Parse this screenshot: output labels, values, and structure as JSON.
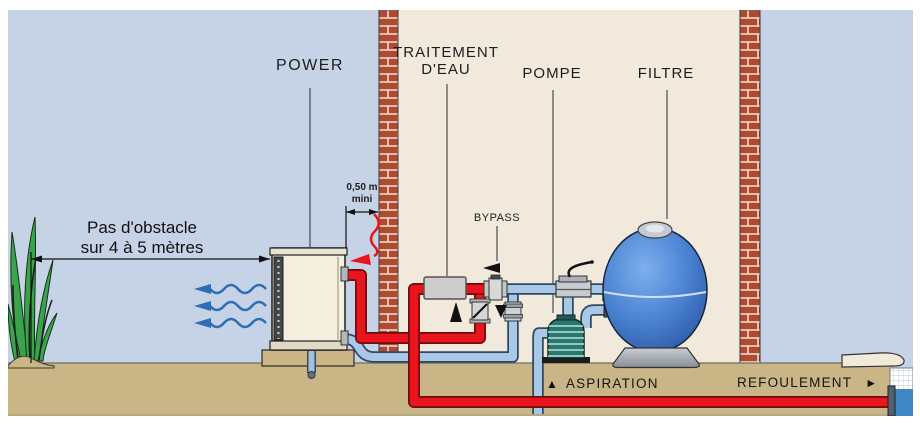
{
  "figure": {
    "equipment_labels": {
      "heat_pump": "POWER",
      "water_treatment_line1": "TRAITEMENT",
      "water_treatment_line2": "D'EAU",
      "pump": "POMPE",
      "filter": "FILTRE",
      "bypass": "BYPASS"
    },
    "flow_labels": {
      "suction": "ASPIRATION",
      "suction_arrow": "▲",
      "return": "REFOULEMENT",
      "return_arrow": "►"
    },
    "dimension_labels": {
      "clearance_line1": "Pas d'obstacle",
      "clearance_line2": "sur 4 à 5 mètres",
      "wall_distance": "0,50 m",
      "wall_distance_note": "mini"
    },
    "colors": {
      "sky": "#c6d2e6",
      "interior_wall": "#f0e9dc",
      "ground": "#c9b586",
      "brick": "#b0492f",
      "hot_pipe_red": "#e8151d",
      "cold_pipe_blue": "#aac7e6",
      "filter_blue": "#4a86d8",
      "pump_teal": "#27796f",
      "pool_water": "#3f86c4",
      "plant_green": "#3aa34c",
      "heat_pump_body": "#f4efdf"
    }
  }
}
